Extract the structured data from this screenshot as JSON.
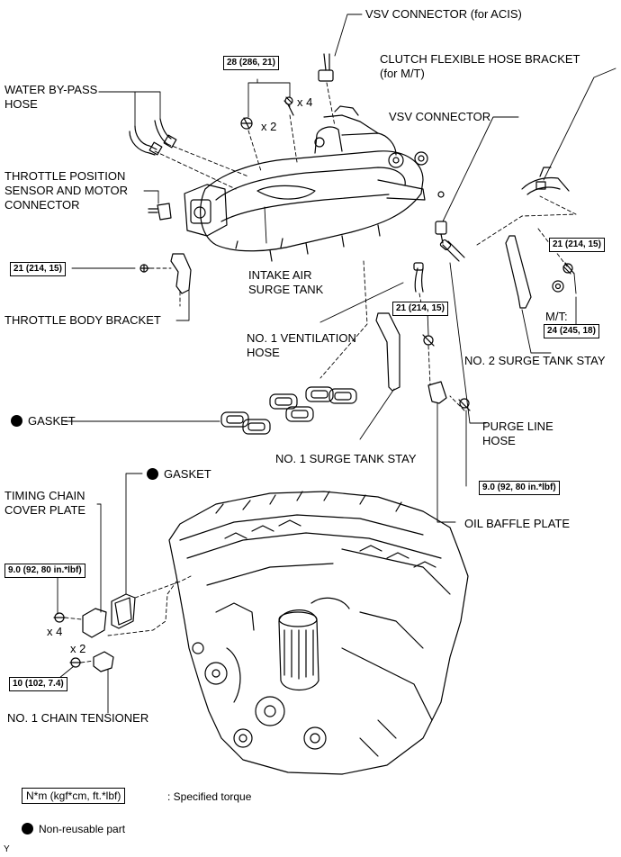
{
  "labels": {
    "vsv_acis": "VSV CONNECTOR (for ACIS)",
    "clutch_bracket": "CLUTCH FLEXIBLE HOSE BRACKET\n(for M/T)",
    "water_bypass": "WATER BY-PASS\nHOSE",
    "vsv": "VSV CONNECTOR",
    "tps": "THROTTLE POSITION\nSENSOR AND MOTOR\nCONNECTOR",
    "intake_surge": "INTAKE AIR\nSURGE TANK",
    "throttle_bracket": "THROTTLE BODY BRACKET",
    "mt": "M/T:",
    "vent_hose": "NO. 1 VENTILATION\nHOSE",
    "surge2": "NO. 2 SURGE TANK STAY",
    "gasket_upper": "GASKET",
    "purge": "PURGE LINE\nHOSE",
    "surge1": "NO. 1 SURGE TANK STAY",
    "gasket_lower": "GASKET",
    "timing_cover": "TIMING CHAIN\nCOVER PLATE",
    "oil_baffle": "OIL BAFFLE PLATE",
    "tensioner": "NO. 1 CHAIN TENSIONER",
    "x4_top": "x 4",
    "x2_top": "x 2",
    "x4_bottom": "x 4",
    "x2_bottom": "x 2",
    "corner": "Y"
  },
  "torques": {
    "t28": "28 (286, 21)",
    "t21_left": "21 (214, 15)",
    "t21_right": "21 (214, 15)",
    "t21_mid": "21 (214, 15)",
    "t24": "24 (245, 18)",
    "t9_right": "9.0 (92, 80 in.*lbf)",
    "t9_left": "9.0 (92, 80 in.*lbf)",
    "t10": "10 (102, 7.4)"
  },
  "legend": {
    "unit": "N*m (kgf*cm, ft.*lbf)",
    "unit_desc": ": Specified torque",
    "nonreusable": "Non-reusable part"
  },
  "colors": {
    "line": "#000000",
    "background": "#ffffff"
  }
}
